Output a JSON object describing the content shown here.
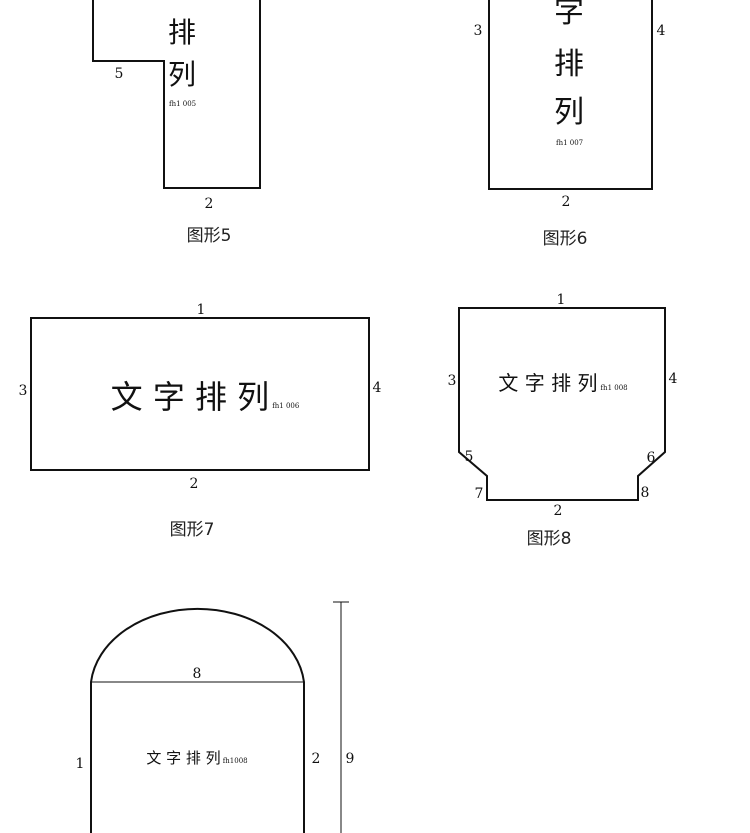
{
  "shape5": {
    "caption": "图形5",
    "chars": [
      "排",
      "列"
    ],
    "code": "fh1 005",
    "edges": {
      "e5": "5",
      "e2": "2"
    }
  },
  "shape6": {
    "caption": "图形6",
    "chars": [
      "字",
      "排",
      "列"
    ],
    "code": "fh1 007",
    "edges": {
      "e3": "3",
      "e4": "4",
      "e2": "2"
    }
  },
  "shape7": {
    "caption": "图形7",
    "text": "文 字 排 列",
    "code": "fh1 006",
    "edges": {
      "e1": "1",
      "e2": "2",
      "e3": "3",
      "e4": "4"
    }
  },
  "shape8": {
    "caption": "图形8",
    "text": "文 字 排 列",
    "code": "fh1 008",
    "edges": {
      "e1": "1",
      "e2": "2",
      "e3": "3",
      "e4": "4",
      "e5": "5",
      "e6": "6",
      "e7": "7",
      "e8": "8"
    }
  },
  "shape9": {
    "text": "文 字 排 列",
    "code": "fh1008",
    "edges": {
      "e1": "1",
      "e2": "2",
      "e8": "8",
      "e9": "9"
    }
  }
}
